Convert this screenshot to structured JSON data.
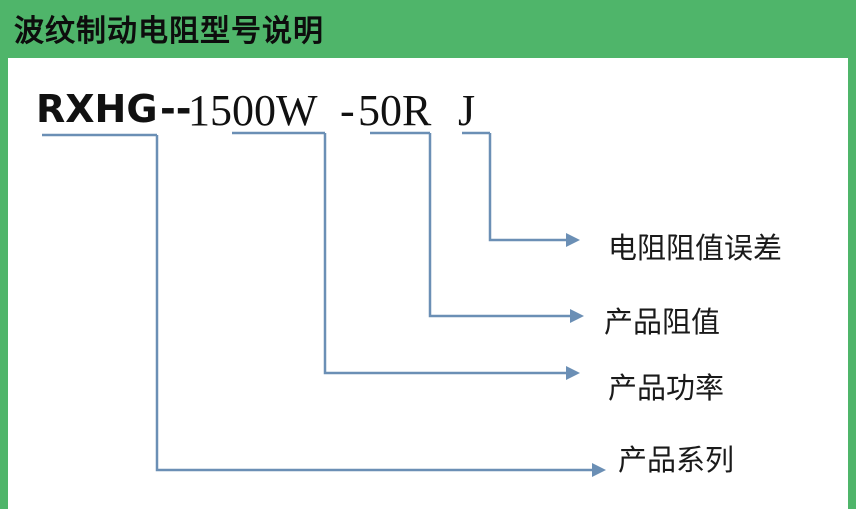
{
  "header": {
    "title": "波纹制动电阻型号说明"
  },
  "model_code": {
    "series": "RXHG",
    "sep1": "--",
    "power": "1500W",
    "sep2": "-",
    "resistance": "50R",
    "tolerance": "J"
  },
  "labels": {
    "tolerance": "电阻阻值误差",
    "resistance": "产品阻值",
    "power": "产品功率",
    "series": "产品系列"
  },
  "colors": {
    "header_bg": "#4fb56a",
    "leader_line": "#6b8fb5"
  }
}
